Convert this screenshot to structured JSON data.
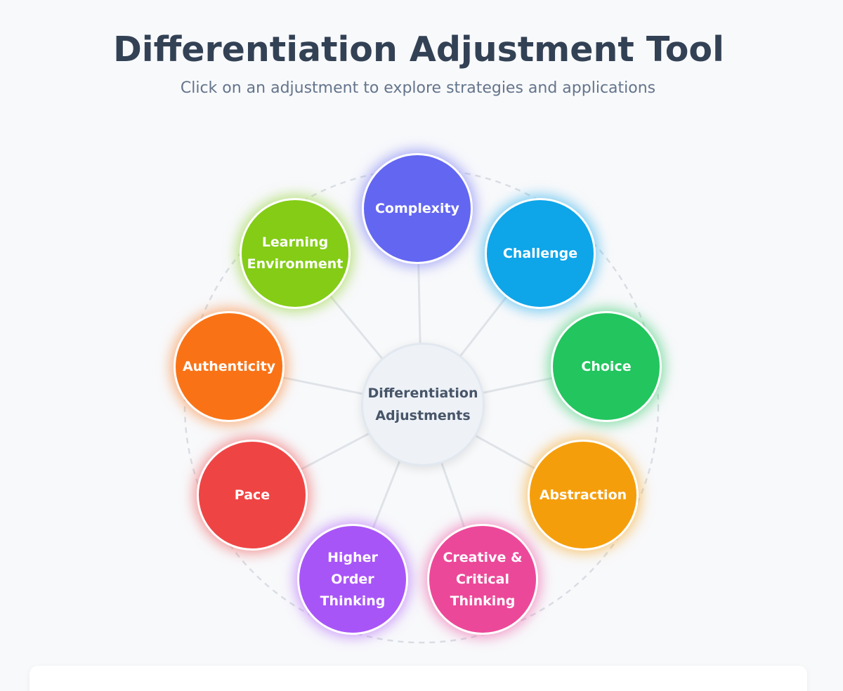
{
  "header": {
    "title": "Differentiation Adjustment Tool",
    "subtitle": "Click on an adjustment to explore strategies and applications"
  },
  "center": {
    "label": "Differentiation\nAdjustments"
  },
  "adjustments": [
    {
      "label": "Complexity",
      "color": "#6366f1"
    },
    {
      "label": "Challenge",
      "color": "#0ea5e9"
    },
    {
      "label": "Choice",
      "color": "#22c55e"
    },
    {
      "label": "Abstraction",
      "color": "#f59e0b"
    },
    {
      "label": "Creative &\nCritical\nThinking",
      "color": "#ec4899"
    },
    {
      "label": "Higher\nOrder\nThinking",
      "color": "#a855f7"
    },
    {
      "label": "Pace",
      "color": "#ef4444"
    },
    {
      "label": "Authenticity",
      "color": "#f97316"
    },
    {
      "label": "Learning\nEnvironment",
      "color": "#84cc16"
    }
  ]
}
